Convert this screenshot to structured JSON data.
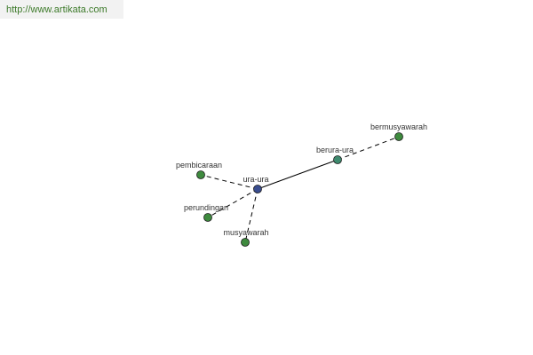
{
  "header": {
    "url": "http://www.artikata.com"
  },
  "colors": {
    "url_text": "#3d7a2a",
    "root_node": "#3a4d8f",
    "primary_node": "#3e8a6e",
    "leaf_node": "#3e8a3e",
    "edge": "#000000"
  },
  "graph": {
    "nodes": [
      {
        "id": "ura-ura",
        "label": "ura-ura",
        "kind": "root"
      },
      {
        "id": "berura-ura",
        "label": "berura-ura",
        "kind": "primary"
      },
      {
        "id": "bermusyawarah",
        "label": "bermusyawarah",
        "kind": "leaf"
      },
      {
        "id": "pembicaraan",
        "label": "pembicaraan",
        "kind": "leaf"
      },
      {
        "id": "perundingan",
        "label": "perundingan",
        "kind": "leaf"
      },
      {
        "id": "musyawarah",
        "label": "musyawarah",
        "kind": "leaf"
      }
    ],
    "edges": [
      {
        "from": "ura-ura",
        "to": "berura-ura",
        "style": "solid"
      },
      {
        "from": "berura-ura",
        "to": "bermusyawarah",
        "style": "dashed"
      },
      {
        "from": "ura-ura",
        "to": "pembicaraan",
        "style": "dashed"
      },
      {
        "from": "ura-ura",
        "to": "perundingan",
        "style": "dashed"
      },
      {
        "from": "ura-ura",
        "to": "musyawarah",
        "style": "dashed"
      }
    ]
  }
}
